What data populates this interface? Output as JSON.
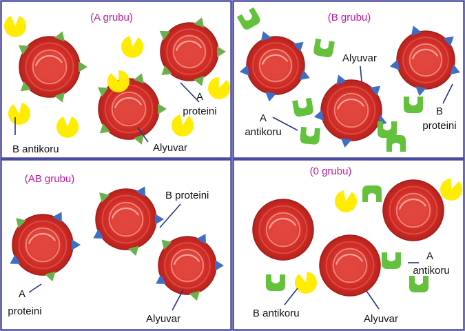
{
  "colors": {
    "border": "#4a4aa0",
    "title": "#c2189b",
    "label": "#111111",
    "leader": "#22338a",
    "cell_outer": "#c62a24",
    "cell_inner": "#e23a33",
    "cell_ring": "#f08a7e",
    "cell_core": "#e0463e",
    "protein_a": "#6ab04c",
    "protein_b": "#3f6ec6",
    "antibody_a": "#63c13b",
    "antibody_b": "#ffec00"
  },
  "panels": [
    {
      "title": "(A grubu)",
      "labels": [
        "A",
        "proteini",
        "B antikoru",
        "Alyuvar"
      ]
    },
    {
      "title": "(B grubu)",
      "labels": [
        "Alyuvar",
        "A",
        "antikoru",
        "B",
        "proteini"
      ]
    },
    {
      "title": "(AB grubu)",
      "labels": [
        "B proteini",
        "A",
        "proteini",
        "Alyuvar"
      ]
    },
    {
      "title": "(0 grubu)",
      "labels": [
        "A",
        "antikoru",
        "B antikoru",
        "Alyuvar"
      ]
    }
  ]
}
